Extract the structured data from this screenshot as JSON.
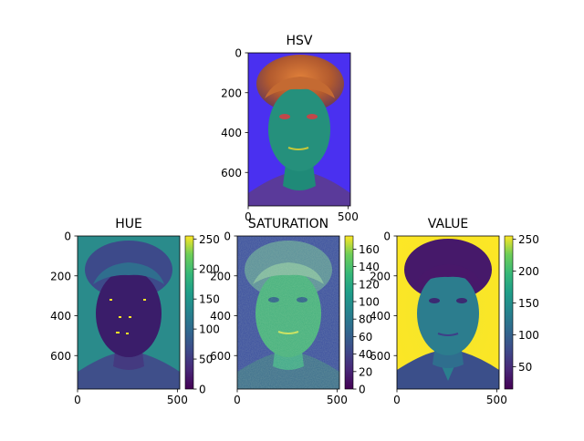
{
  "figure": {
    "background": "#ffffff"
  },
  "chart_data": [
    {
      "id": "hsv",
      "type": "heatmap",
      "title": "HSV",
      "content": "HSV-encoded color rendering of a frontal portrait of a man with brown hair; blue background, teal face, reddish-orange hair, purple clothing",
      "xlim": [
        0,
        512
      ],
      "ylim": [
        768,
        0
      ],
      "xticks": [
        0,
        500
      ],
      "yticks": [
        0,
        200,
        400,
        600
      ],
      "colorbar": null
    },
    {
      "id": "hue",
      "type": "heatmap",
      "title": "HUE",
      "content": "Hue channel of the portrait; mostly teal background, dark purple face and hair region, yellow speckles at eyes and mouth",
      "xlim": [
        0,
        512
      ],
      "ylim": [
        768,
        0
      ],
      "xticks": [
        0,
        500
      ],
      "yticks": [
        0,
        200,
        400,
        600
      ],
      "colormap": "viridis",
      "colorbar": {
        "min": 0,
        "max": 255,
        "ticks": [
          0,
          50,
          100,
          150,
          200,
          250
        ]
      }
    },
    {
      "id": "saturation",
      "type": "heatmap",
      "title": "SATURATION",
      "content": "Saturation channel of the portrait; blue-violet background, green face and hair texture",
      "xlim": [
        0,
        512
      ],
      "ylim": [
        768,
        0
      ],
      "xticks": [
        0,
        500
      ],
      "yticks": [
        0,
        200,
        400,
        600
      ],
      "colormap": "viridis",
      "colorbar": {
        "min": 0,
        "max": 175,
        "ticks": [
          0,
          20,
          40,
          60,
          80,
          100,
          120,
          140,
          160
        ]
      }
    },
    {
      "id": "value",
      "type": "heatmap",
      "title": "VALUE",
      "content": "Value channel of the portrait; bright yellow background, dark purple hair and clothing, teal face",
      "xlim": [
        0,
        512
      ],
      "ylim": [
        768,
        0
      ],
      "xticks": [
        0,
        500
      ],
      "yticks": [
        0,
        200,
        400,
        600
      ],
      "colormap": "viridis",
      "colorbar": {
        "min": 15,
        "max": 255,
        "ticks": [
          50,
          100,
          150,
          200,
          250
        ]
      }
    }
  ]
}
